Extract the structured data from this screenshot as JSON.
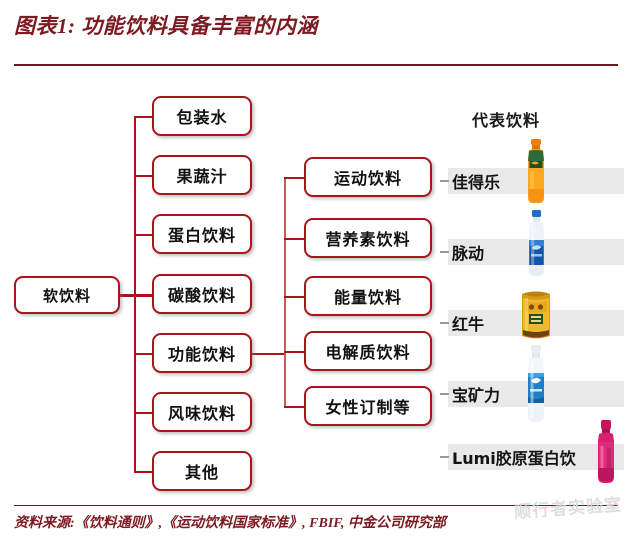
{
  "header": {
    "title": "图表1: 功能饮料具备丰富的内涵"
  },
  "footer": {
    "source": "资料来源:《饮料通则》,《运动饮料国家标准》, FBIF, 中金公司研究部",
    "watermark": "顺行者实验室"
  },
  "colors": {
    "accent_red": "#a8161b",
    "title_maroon": "#7d1b22",
    "row_band": "#e9e9e9"
  },
  "tree": {
    "root": {
      "label": "软饮料"
    },
    "level1": [
      {
        "label": "包装水"
      },
      {
        "label": "果蔬汁"
      },
      {
        "label": "蛋白饮料"
      },
      {
        "label": "碳酸饮料"
      },
      {
        "label": "功能饮料"
      },
      {
        "label": "风味饮料"
      },
      {
        "label": "其他"
      }
    ],
    "level2": [
      {
        "label": "运动饮料"
      },
      {
        "label": "营养素饮料"
      },
      {
        "label": "能量饮料"
      },
      {
        "label": "电解质饮料"
      },
      {
        "label": "女性订制等"
      }
    ]
  },
  "panel": {
    "title": "代表饮料",
    "beverages": [
      {
        "label": "佳得乐",
        "icon": "gatorade-bottle-icon"
      },
      {
        "label": "脉动",
        "icon": "mizone-bottle-icon"
      },
      {
        "label": "红牛",
        "icon": "redbull-can-icon"
      },
      {
        "label": "宝矿力",
        "icon": "pocari-bottle-icon"
      },
      {
        "label": "Lumi胶原蛋白饮",
        "icon": "lumi-bottle-icon"
      }
    ]
  }
}
